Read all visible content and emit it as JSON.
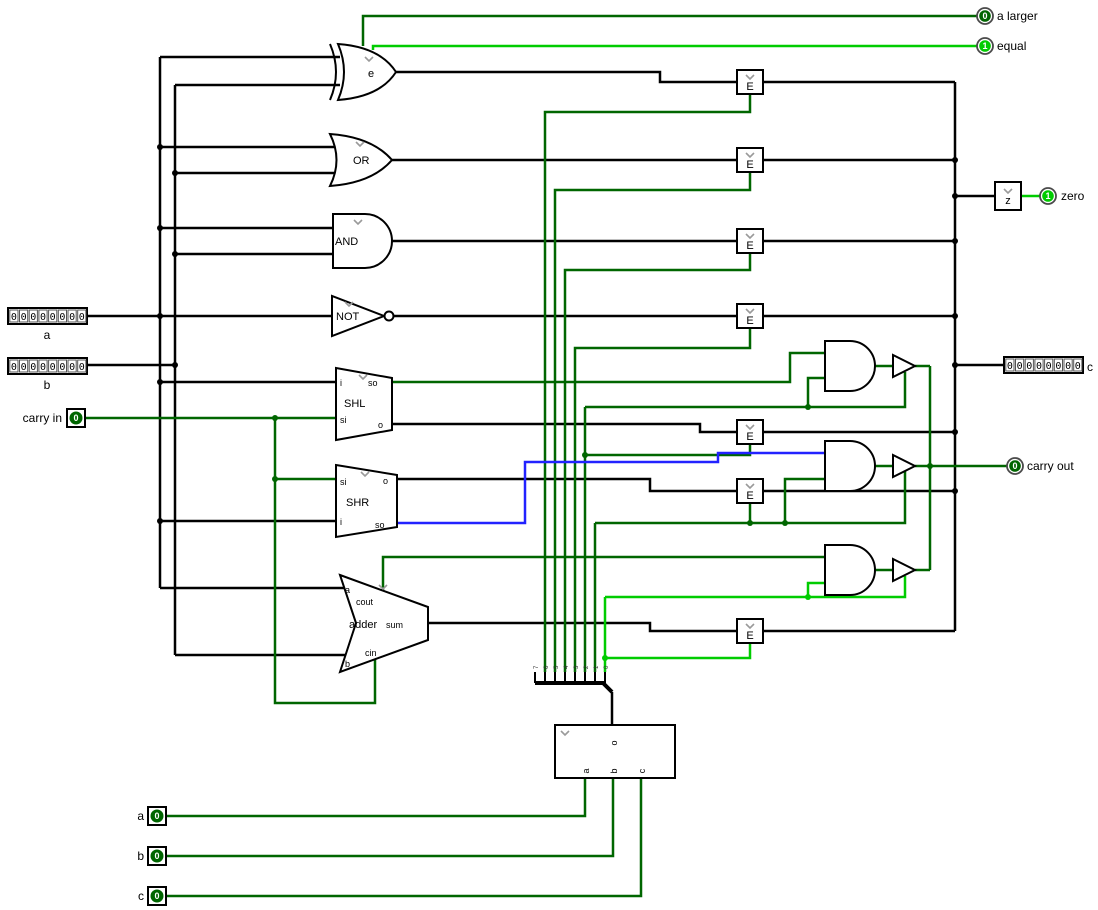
{
  "colors": {
    "wire_off": "#006600",
    "wire_on": "#00CC00",
    "wire_unknown": "#2222FF",
    "bus": "#000000",
    "chevron": "#9a9a9a"
  },
  "pins": {
    "in_a": {
      "label": "a",
      "bits": [
        "0",
        "0",
        "0",
        "0",
        "0",
        "0",
        "0",
        "0"
      ]
    },
    "in_b": {
      "label": "b",
      "bits": [
        "0",
        "0",
        "0",
        "0",
        "0",
        "0",
        "0",
        "0"
      ]
    },
    "out_c": {
      "label": "c",
      "bits": [
        "0",
        "0",
        "0",
        "0",
        "0",
        "0",
        "0",
        "0"
      ]
    },
    "carry_in": {
      "label": "carry in",
      "value": "0"
    },
    "a_larger": {
      "label": "a larger",
      "value": "0"
    },
    "equal": {
      "label": "equal",
      "value": "1"
    },
    "zero": {
      "label": "zero",
      "value": "1"
    },
    "carry_out": {
      "label": "carry out",
      "value": "0"
    },
    "sel_a": {
      "label": "a",
      "value": "0"
    },
    "sel_b": {
      "label": "b",
      "value": "0"
    },
    "sel_c": {
      "label": "c",
      "value": "0"
    }
  },
  "components": {
    "comparator": {
      "label": "e"
    },
    "or_gate": {
      "label": "OR"
    },
    "and_gate": {
      "label": "AND"
    },
    "not_gate": {
      "label": "NOT"
    },
    "shl": {
      "label": "SHL",
      "pin_i": "i",
      "pin_si": "si",
      "pin_so": "so",
      "pin_o": "o"
    },
    "shr": {
      "label": "SHR",
      "pin_si": "si",
      "pin_i": "i",
      "pin_o": "o",
      "pin_so": "so"
    },
    "adder": {
      "label": "adder",
      "pin_a": "a",
      "pin_b": "b",
      "pin_cin": "cin",
      "pin_cout": "cout",
      "pin_sum": "sum"
    },
    "enable_buffer": {
      "label": "E"
    },
    "zero_detector": {
      "label": "z"
    },
    "decoder": {
      "pin_a": "a",
      "pin_b": "b",
      "pin_c": "c",
      "pin_o": "o"
    },
    "splitter": {
      "bit_labels": [
        "7",
        "6",
        "5",
        "4",
        "3",
        "2",
        "1",
        "0"
      ]
    }
  }
}
